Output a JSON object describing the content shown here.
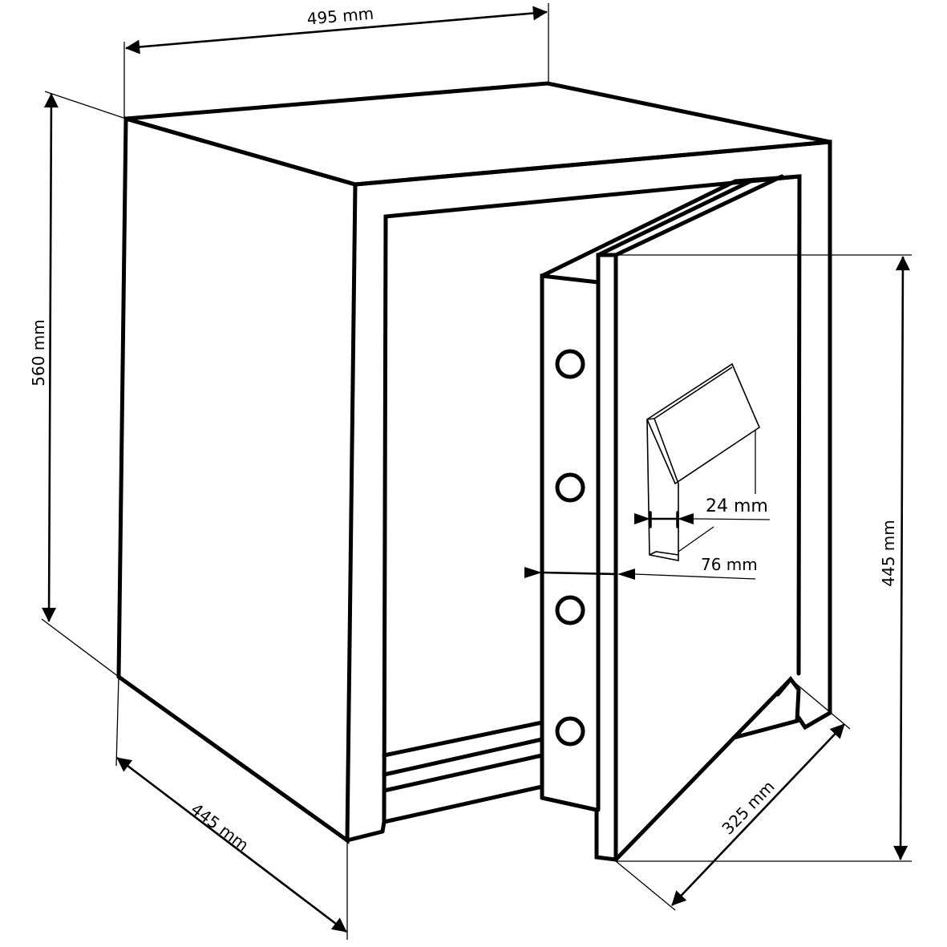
{
  "diagram": {
    "subject": "Safe with open door – dimension drawing",
    "line_color": "#000000",
    "background": "#ffffff"
  },
  "dimensions": {
    "width": {
      "label": "495 mm",
      "value": 495,
      "unit": "mm"
    },
    "height": {
      "label": "560 mm",
      "value": 560,
      "unit": "mm"
    },
    "depth": {
      "label": "445 mm",
      "value": 445,
      "unit": "mm"
    },
    "door_height": {
      "label": "445 mm",
      "value": 445,
      "unit": "mm"
    },
    "door_width": {
      "label": "325 mm",
      "value": 325,
      "unit": "mm"
    },
    "door_thickness": {
      "label": "76 mm",
      "value": 76,
      "unit": "mm"
    },
    "handle_thickness": {
      "label": "24 mm",
      "value": 24,
      "unit": "mm"
    }
  },
  "parts": {
    "bolts": {
      "count": 4
    },
    "interior_rails": {
      "count": 3
    }
  }
}
